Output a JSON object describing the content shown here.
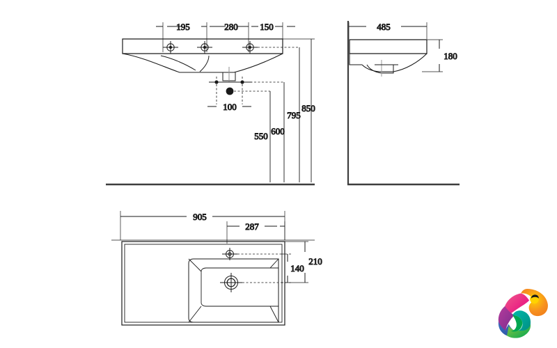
{
  "drawing": {
    "title": "Washbasin technical drawing",
    "units": "mm",
    "line_color": "#1a1a1a",
    "text_color": "#2b2b2b",
    "background": "#ffffff"
  },
  "front_view": {
    "name": "front-elevation",
    "top_chain": [
      {
        "label": "195"
      },
      {
        "label": "280"
      },
      {
        "label": "150"
      }
    ],
    "waste_offset": {
      "label": "100"
    },
    "heights": [
      {
        "label": "550"
      },
      {
        "label": "600"
      },
      {
        "label": "795"
      },
      {
        "label": "850"
      }
    ]
  },
  "side_view": {
    "name": "side-elevation",
    "depth": {
      "label": "485"
    },
    "height": {
      "label": "180"
    }
  },
  "top_view": {
    "name": "plan-view",
    "overall_width": {
      "label": "905"
    },
    "bowl_offset": {
      "label": "287"
    },
    "inner_depth": {
      "label": "140"
    },
    "overall_depth": {
      "label": "210"
    }
  },
  "logo": {
    "name": "chameleon-logo",
    "colors": {
      "orange": "#f79020",
      "yellow": "#ffd200",
      "magenta": "#e6007e",
      "pink": "#ec4899",
      "purple": "#8e2d8e",
      "blue": "#2b5fa8",
      "teal": "#00a99d",
      "green": "#3aaa35",
      "red": "#e2231a"
    }
  }
}
